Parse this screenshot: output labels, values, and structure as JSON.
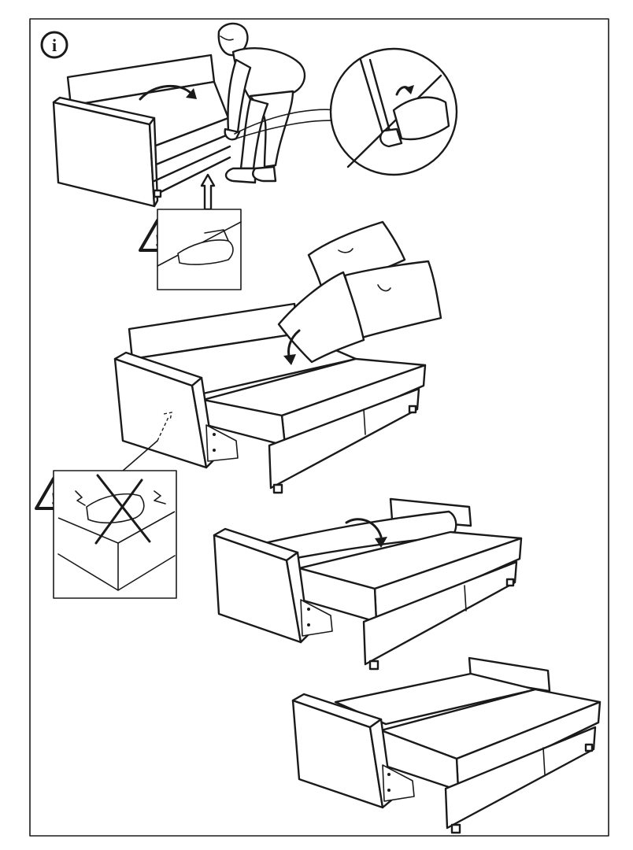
{
  "page": {
    "info_icon": {
      "symbol": "i",
      "icon": "info-circle-icon"
    },
    "steps": [
      {
        "id": "step-1",
        "description_icon": "pull-seat-frame"
      },
      {
        "id": "step-2",
        "description_icon": "place-cushions"
      },
      {
        "id": "step-3",
        "description_icon": "unfold-mattress"
      },
      {
        "id": "step-4",
        "description_icon": "bed-open"
      }
    ],
    "warnings": [
      {
        "id": "warning-1",
        "icon": "warning-triangle-icon",
        "symbol": "!"
      },
      {
        "id": "warning-2",
        "icon": "warning-triangle-icon",
        "symbol": "!"
      }
    ]
  }
}
